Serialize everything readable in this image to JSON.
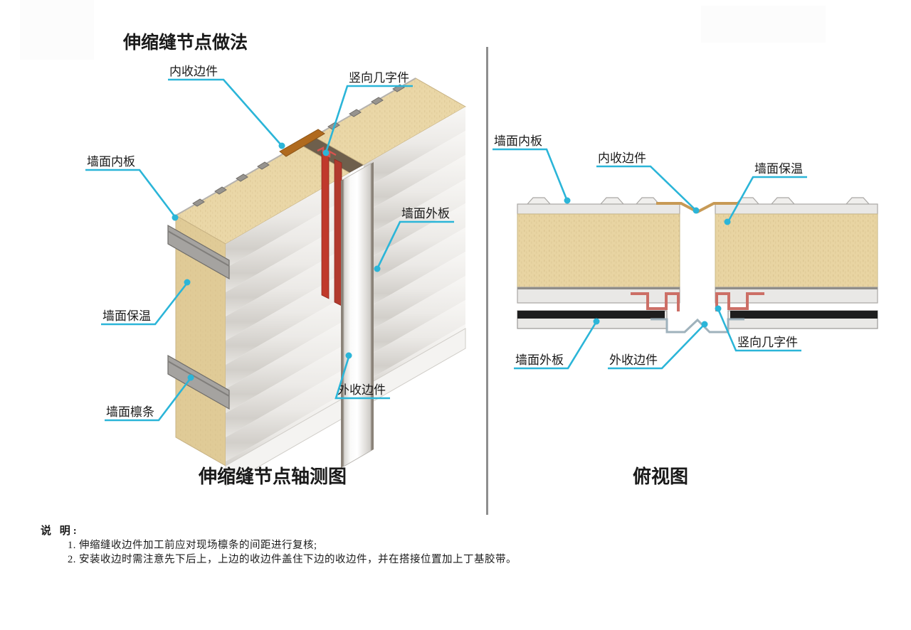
{
  "title": "伸缩缝节点做法",
  "axon_view": {
    "caption": "伸缩缝节点轴测图",
    "labels": {
      "inner_trim": "内收边件",
      "vertical_z": "竖向几字件",
      "inner_panel": "墙面内板",
      "outer_panel": "墙面外板",
      "insulation": "墙面保温",
      "outer_trim": "外收边件",
      "purlin": "墙面檩条"
    }
  },
  "top_view": {
    "caption": "俯视图",
    "labels": {
      "inner_panel": "墙面内板",
      "inner_trim": "内收边件",
      "insulation": "墙面保温",
      "outer_panel": "墙面外板",
      "outer_trim": "外收边件",
      "vertical_z": "竖向几字件"
    }
  },
  "notes": {
    "heading": "说 明:",
    "items": [
      "1. 伸缩缝收边件加工前应对现场檩条的间距进行复核;",
      "2. 安装收边时需注意先下后上，上边的收边件盖住下边的收边件，并在搭接位置加上丁基胶带。"
    ]
  },
  "colors": {
    "leader_cyan": "#2bb5d8",
    "insulation_tan": "#e8d4a2",
    "panel_gray": "#e9e8e6",
    "corrugation_shadow": "#d2cfca",
    "z_piece_red": "#cc6f66",
    "axon_red": "#c0392b",
    "inner_trim_brown": "#b06a1e",
    "outer_strip_black": "#1e1e1e",
    "purlin_gray": "#a5a3a0",
    "divider_gray": "#8e8e8e"
  }
}
